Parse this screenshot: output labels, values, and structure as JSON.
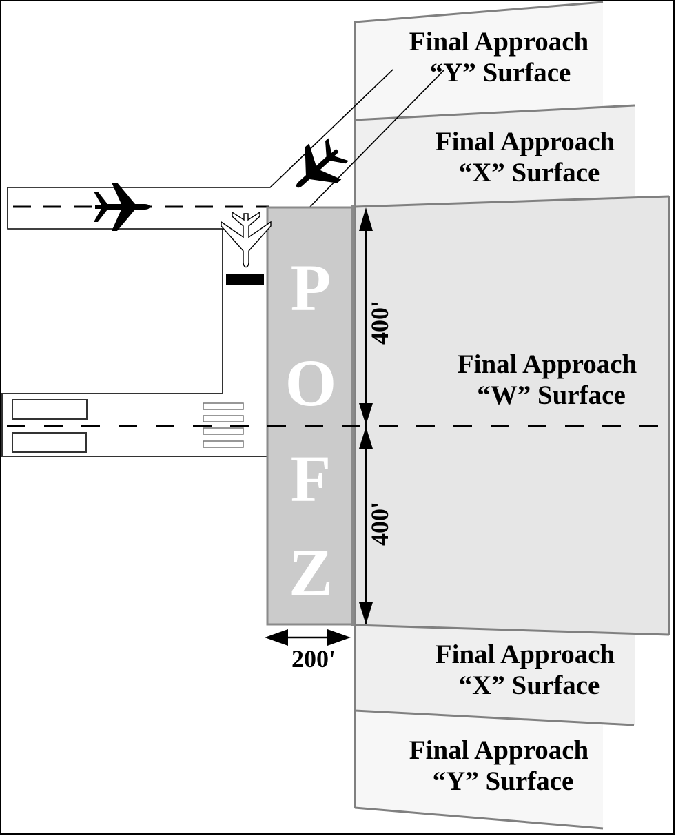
{
  "diagram": {
    "title": "Precision Obstacle Free Zone (POFZ) and Final Approach Surfaces",
    "pofz_letters": [
      "P",
      "O",
      "F",
      "Z"
    ],
    "surfaces": {
      "y_top": {
        "line1": "Final Approach",
        "line2": "“Y” Surface"
      },
      "x_top": {
        "line1": "Final Approach",
        "line2": "“X” Surface"
      },
      "w": {
        "line1": "Final Approach",
        "line2": "“W” Surface"
      },
      "x_bottom": {
        "line1": "Final Approach",
        "line2": "“X” Surface"
      },
      "y_bottom": {
        "line1": "Final Approach",
        "line2": "“Y” Surface"
      }
    },
    "dimensions": {
      "upper_half_length": "400'",
      "lower_half_length": "400'",
      "pofz_width": "200'"
    },
    "icons": [
      "airplane-taxiing-icon",
      "airplane-departing-icon",
      "airplane-holding-icon",
      "hold-bar-icon"
    ],
    "colors": {
      "pofz_fill": "#cbcbcb",
      "pofz_stroke": "#8a8a8a",
      "w_surface_fill": "#e6e6e6",
      "x_surface_fill": "#efefef",
      "y_surface_fill": "#f7f7f7",
      "surface_stroke": "#808080",
      "ink": "#000000"
    }
  }
}
